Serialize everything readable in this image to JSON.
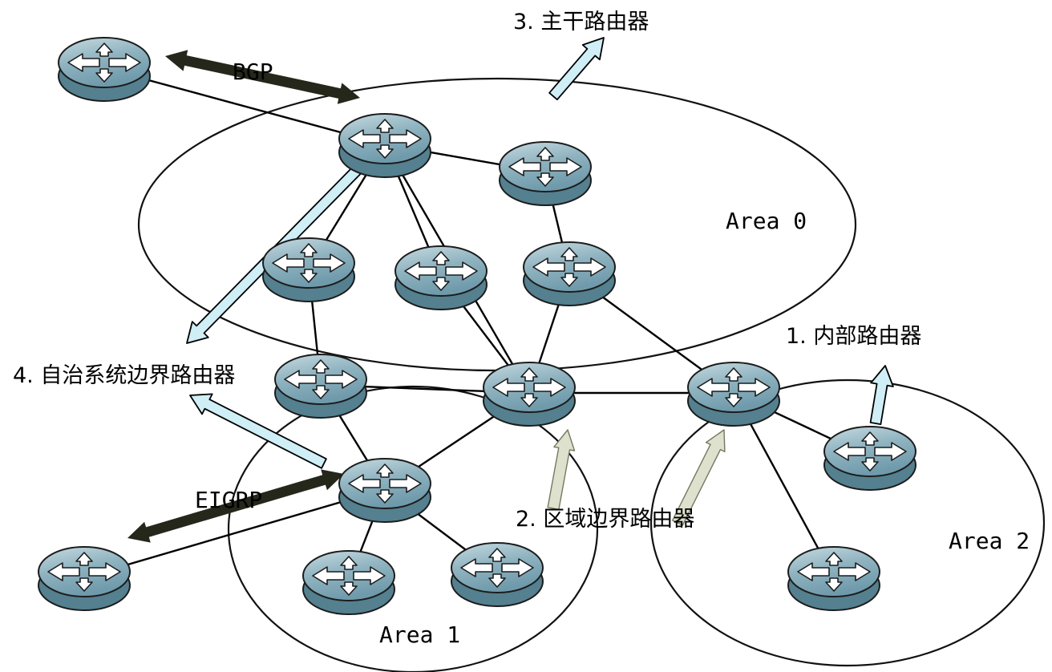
{
  "labels": {
    "area0": "Area 0",
    "area1": "Area 1",
    "area2": "Area 2",
    "bgp": "BGP",
    "eigrp": "EIGRP"
  },
  "annotations": {
    "internal_router": "1. 内部路由器",
    "area_border_router": "2. 区域边界路由器",
    "backbone_router": "3. 主干路由器",
    "as_boundary_router": "4. 自治系统边界路由器"
  },
  "colors": {
    "router_top": "#8fb3c0",
    "router_side": "#54808f",
    "pointer_cyan": "#cfeef6",
    "pointer_tan": "#dde1cd",
    "arrow_dark": "#26271b",
    "link": "#000000",
    "boundary": "#111111"
  },
  "topology": {
    "nodes": [
      {
        "id": "ext_bgp",
        "area": "external",
        "role": "external-as-router"
      },
      {
        "id": "a0_r1",
        "area": "Area 0",
        "role": "backbone-asbr"
      },
      {
        "id": "a0_r2",
        "area": "Area 0",
        "role": "backbone-router"
      },
      {
        "id": "a0_r3",
        "area": "Area 0",
        "role": "backbone-router"
      },
      {
        "id": "a0_r4",
        "area": "Area 0",
        "role": "backbone-router"
      },
      {
        "id": "a0_r5",
        "area": "Area 0",
        "role": "backbone-router"
      },
      {
        "id": "r_left",
        "area": "Area 0 / Area 1",
        "role": "area-border-router"
      },
      {
        "id": "abr1",
        "area": "Area 0 / Area 1",
        "role": "area-border-router"
      },
      {
        "id": "abr2",
        "area": "Area 0 / Area 2",
        "role": "area-border-router"
      },
      {
        "id": "a1_r1",
        "area": "Area 1",
        "role": "asbr"
      },
      {
        "id": "a1_r2",
        "area": "Area 1",
        "role": "internal-router"
      },
      {
        "id": "a1_r3",
        "area": "Area 1",
        "role": "internal-router"
      },
      {
        "id": "ext_eigrp",
        "area": "external",
        "role": "external-as-router"
      },
      {
        "id": "a2_r1",
        "area": "Area 2",
        "role": "internal-router"
      },
      {
        "id": "a2_r2",
        "area": "Area 2",
        "role": "internal-router"
      }
    ],
    "edges": [
      [
        "ext_bgp",
        "a0_r1"
      ],
      [
        "a0_r1",
        "a0_r2"
      ],
      [
        "a0_r1",
        "a0_r3"
      ],
      [
        "a0_r1",
        "a0_r4"
      ],
      [
        "a0_r1",
        "abr1"
      ],
      [
        "a0_r2",
        "a0_r5"
      ],
      [
        "a0_r3",
        "r_left"
      ],
      [
        "a0_r4",
        "abr1"
      ],
      [
        "a0_r5",
        "abr1"
      ],
      [
        "a0_r5",
        "abr2"
      ],
      [
        "r_left",
        "abr1"
      ],
      [
        "abr1",
        "abr2"
      ],
      [
        "r_left",
        "a1_r1"
      ],
      [
        "abr1",
        "a1_r1"
      ],
      [
        "a1_r1",
        "a1_r2"
      ],
      [
        "a1_r1",
        "a1_r3"
      ],
      [
        "a1_r1",
        "ext_eigrp"
      ],
      [
        "abr2",
        "a2_r1"
      ],
      [
        "abr2",
        "a2_r2"
      ]
    ]
  }
}
